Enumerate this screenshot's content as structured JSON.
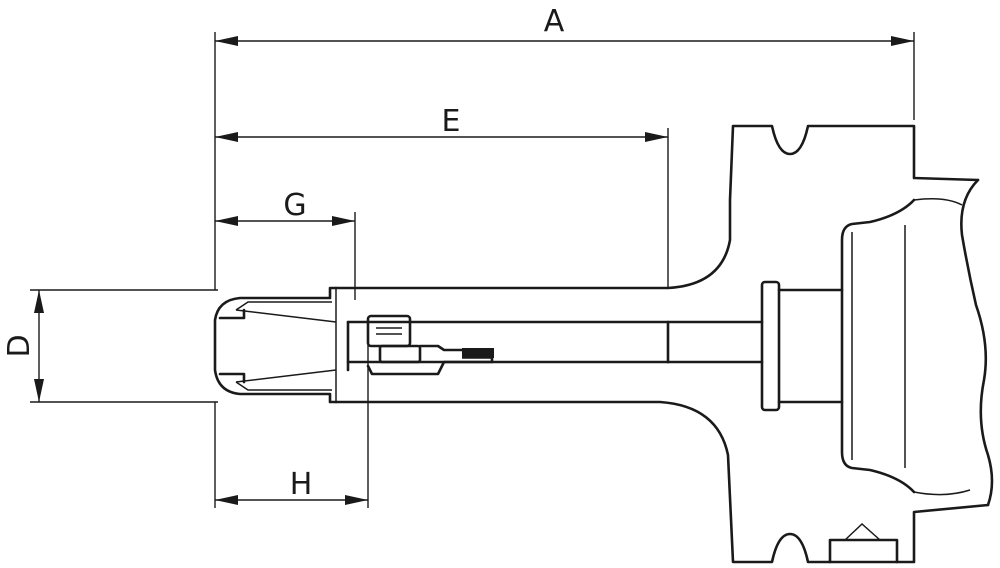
{
  "dimensions": {
    "A": "A",
    "E": "E",
    "G": "G",
    "D": "D",
    "H": "H"
  }
}
